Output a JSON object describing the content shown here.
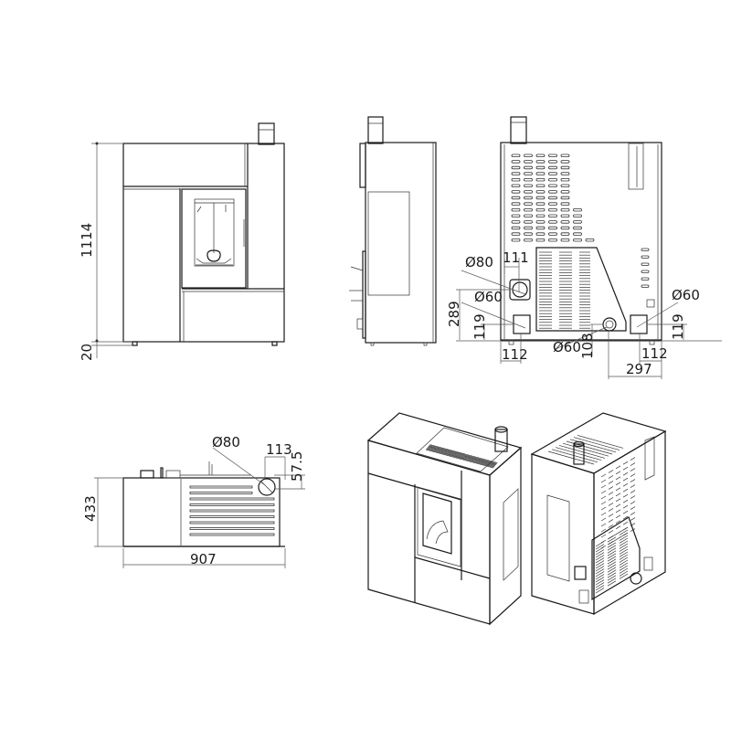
{
  "drawing": {
    "subject": "pellet stove dimensional drawing",
    "views": {
      "front": {
        "dims": {
          "height": "1114",
          "feet": "20"
        }
      },
      "side": {},
      "rear": {
        "dims": {
          "flue_diameter": "Ø80",
          "flue_offset": "111",
          "flue_height": "289",
          "air_inlet_left_diameter": "Ø60",
          "air_inlet_left_height": "119",
          "air_inlet_left_offset": "112",
          "air_inlet_bottom_diameter": "Ø60",
          "air_inlet_bottom_height": "108",
          "air_inlet_right_diameter": "Ø60",
          "air_inlet_right_height": "119",
          "air_inlet_right_offset": "112",
          "air_inlet_bottom_offset": "297"
        }
      },
      "top": {
        "dims": {
          "flue_diameter": "Ø80",
          "flue_offset": "113",
          "flue_depth": "57.5",
          "depth": "433",
          "width": "907"
        }
      },
      "iso_front": {},
      "iso_rear": {}
    }
  }
}
